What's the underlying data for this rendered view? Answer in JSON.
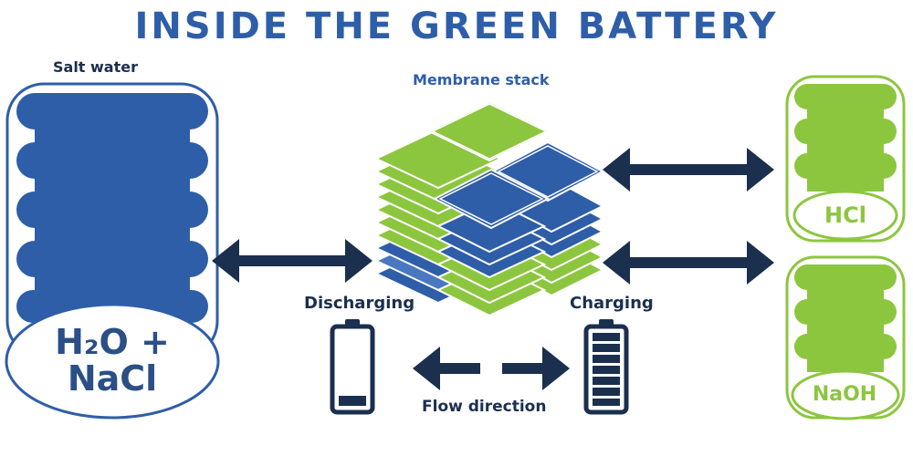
{
  "title": "INSIDE THE GREEN BATTERY",
  "labels": {
    "salt_water": "Salt water",
    "membrane_stack": "Membrane stack",
    "discharging": "Discharging",
    "charging": "Charging",
    "flow_direction": "Flow direction"
  },
  "formula": {
    "line1": "H₂O +",
    "line2": "NaCl"
  },
  "tanks": {
    "hcl": "HCl",
    "naoh": "NaOH"
  },
  "colors": {
    "blue": "#2f5ea8",
    "green": "#8cc63f",
    "navy": "#1b2f4e"
  }
}
